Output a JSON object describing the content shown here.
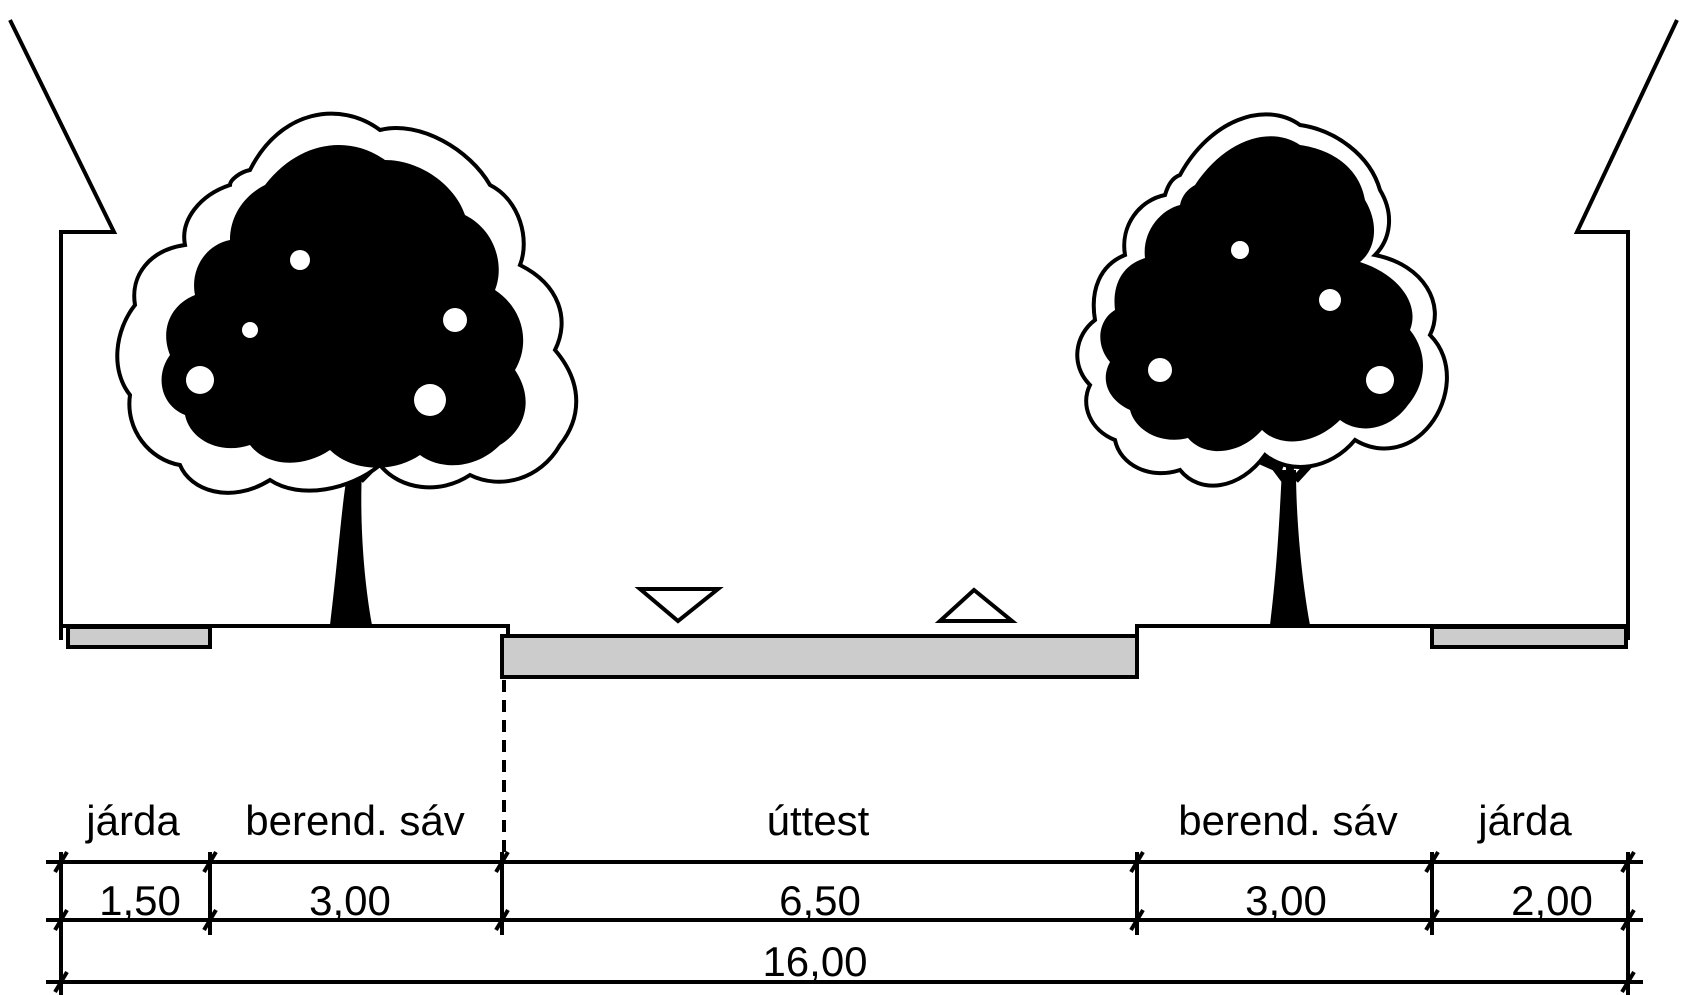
{
  "colors": {
    "line": "#000000",
    "paving_fill": "#cccccc",
    "background": "#ffffff",
    "canopy_fill": "#000000"
  },
  "sections": [
    {
      "label": "járda",
      "width": "1,50"
    },
    {
      "label": "berend. sáv",
      "width": "3,00"
    },
    {
      "label": "úttest",
      "width": "6,50"
    },
    {
      "label": "berend. sáv",
      "width": "3,00"
    },
    {
      "label": "járda",
      "width": "2,00"
    }
  ],
  "total_width": "16,00",
  "symbols": {
    "down_triangle": "down-triangle-icon",
    "up_triangle": "up-triangle-icon",
    "tree": "tree-icon"
  }
}
